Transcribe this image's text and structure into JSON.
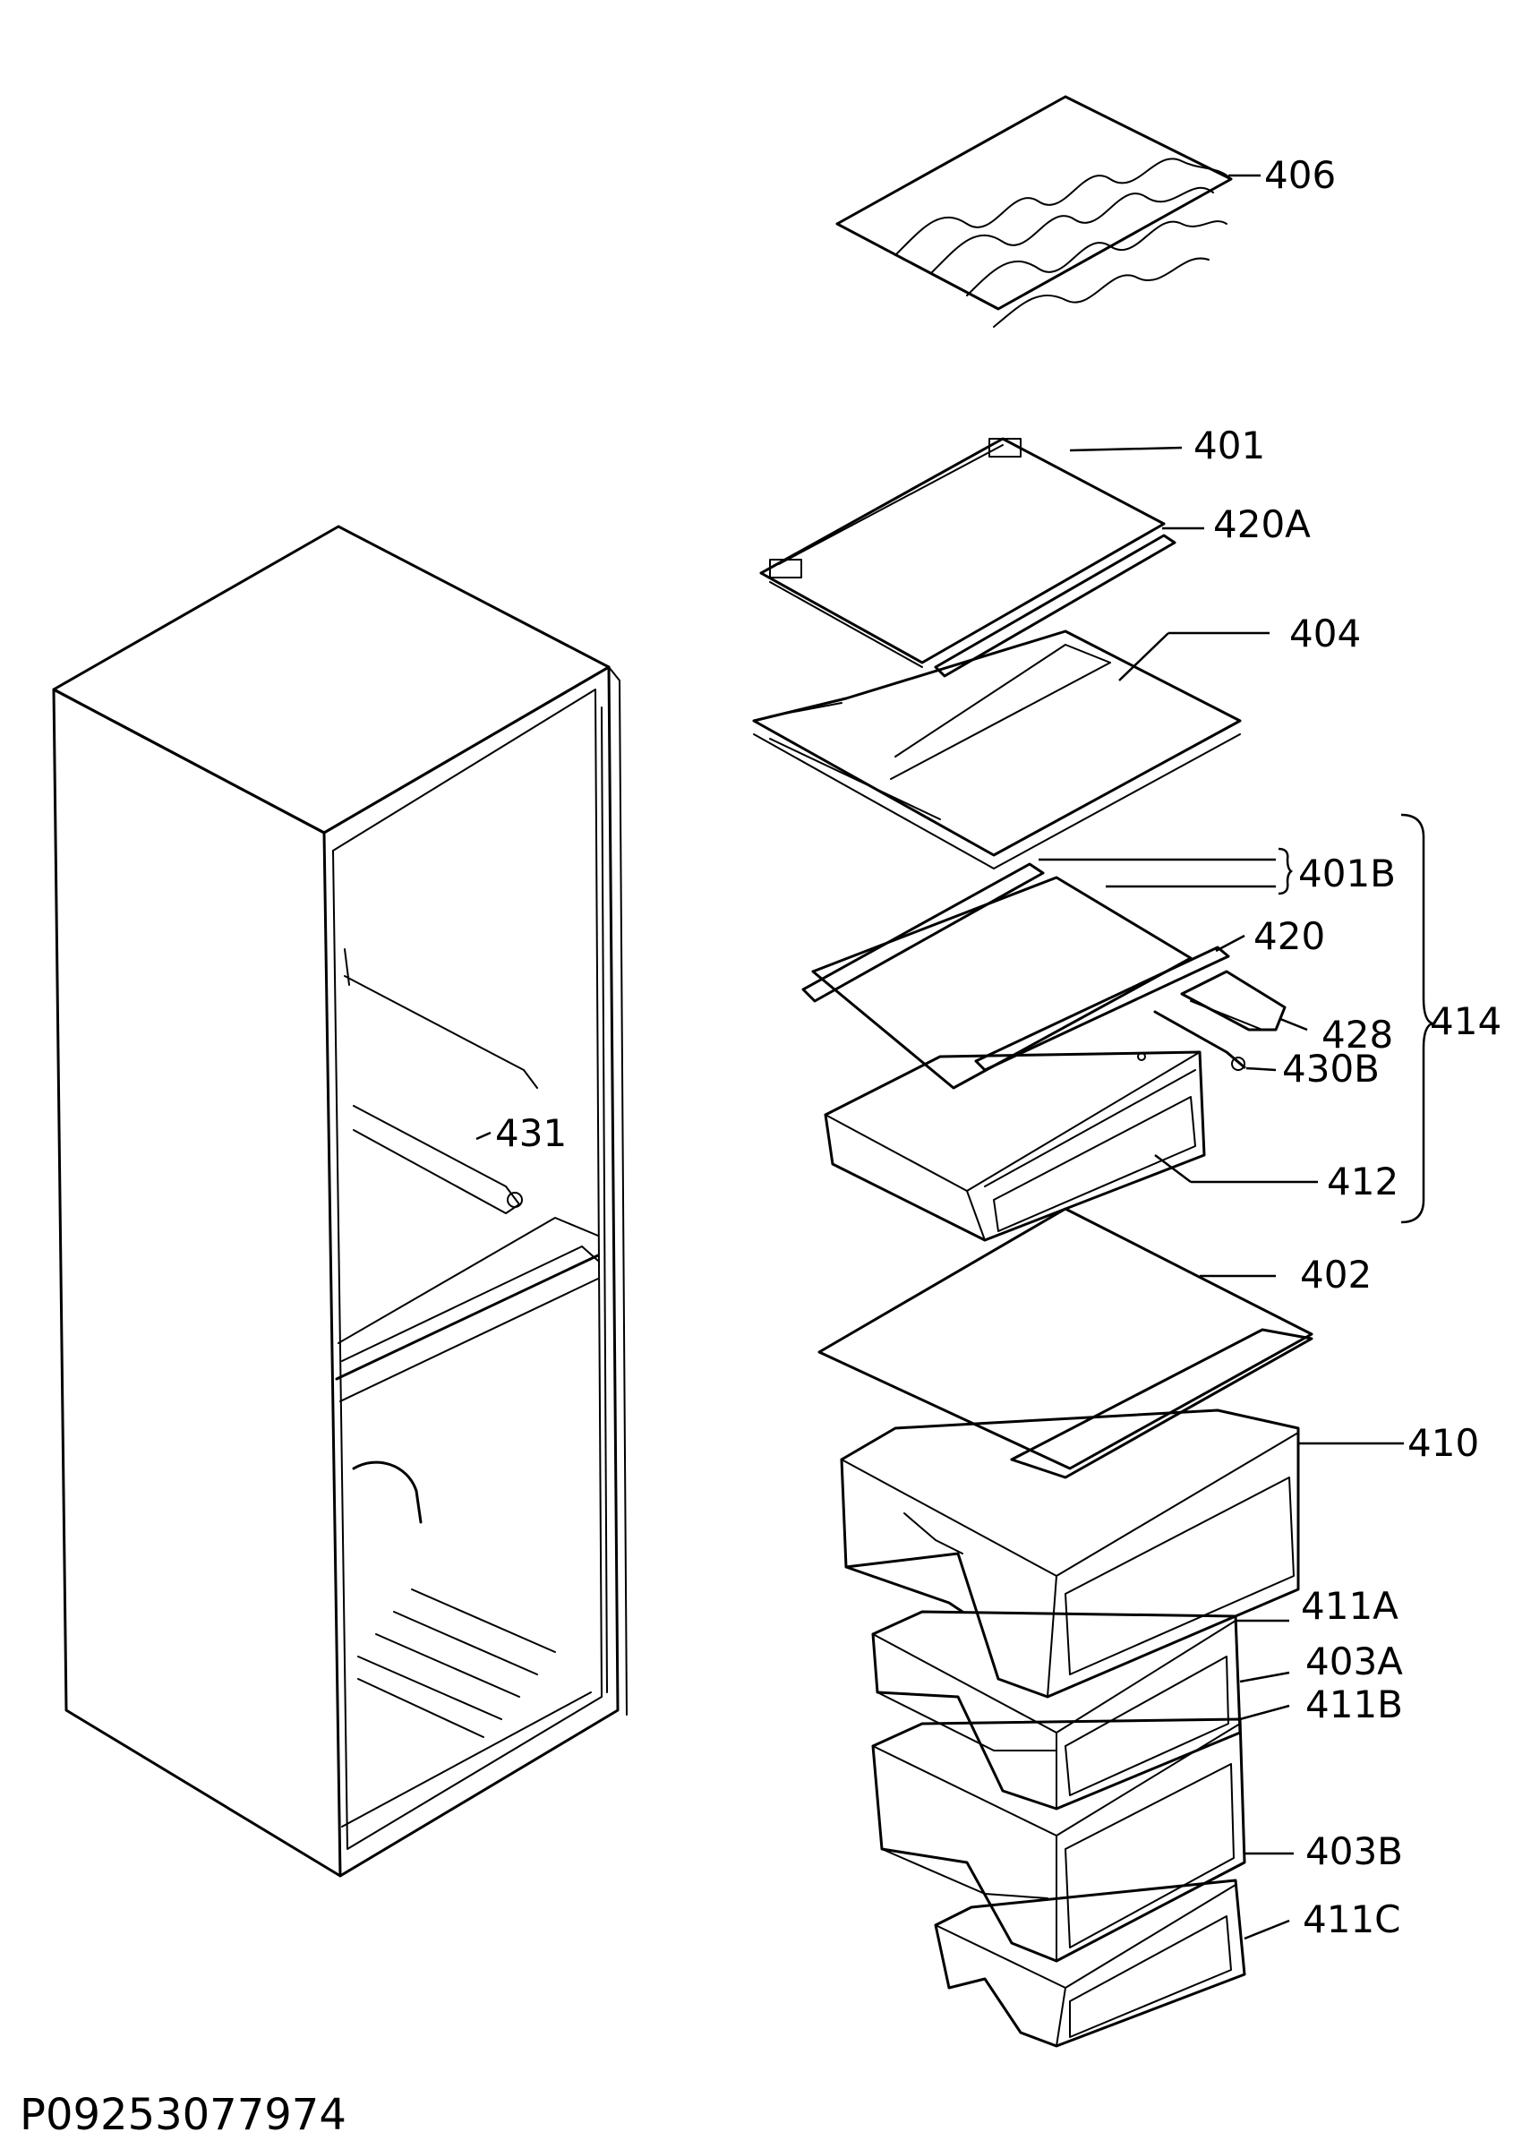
{
  "diagram": {
    "drawing_code": "P09253077974",
    "callouts": {
      "p406": "406",
      "p401": "401",
      "p420A": "420A",
      "p404": "404",
      "p401B": "401B",
      "p420": "420",
      "p428": "428",
      "p430B": "430B",
      "p414": "414",
      "p431": "431",
      "p412": "412",
      "p402": "402",
      "p410": "410",
      "p411A": "411A",
      "p403A": "403A",
      "p411B": "411B",
      "p403B": "403B",
      "p411C": "411C"
    }
  }
}
